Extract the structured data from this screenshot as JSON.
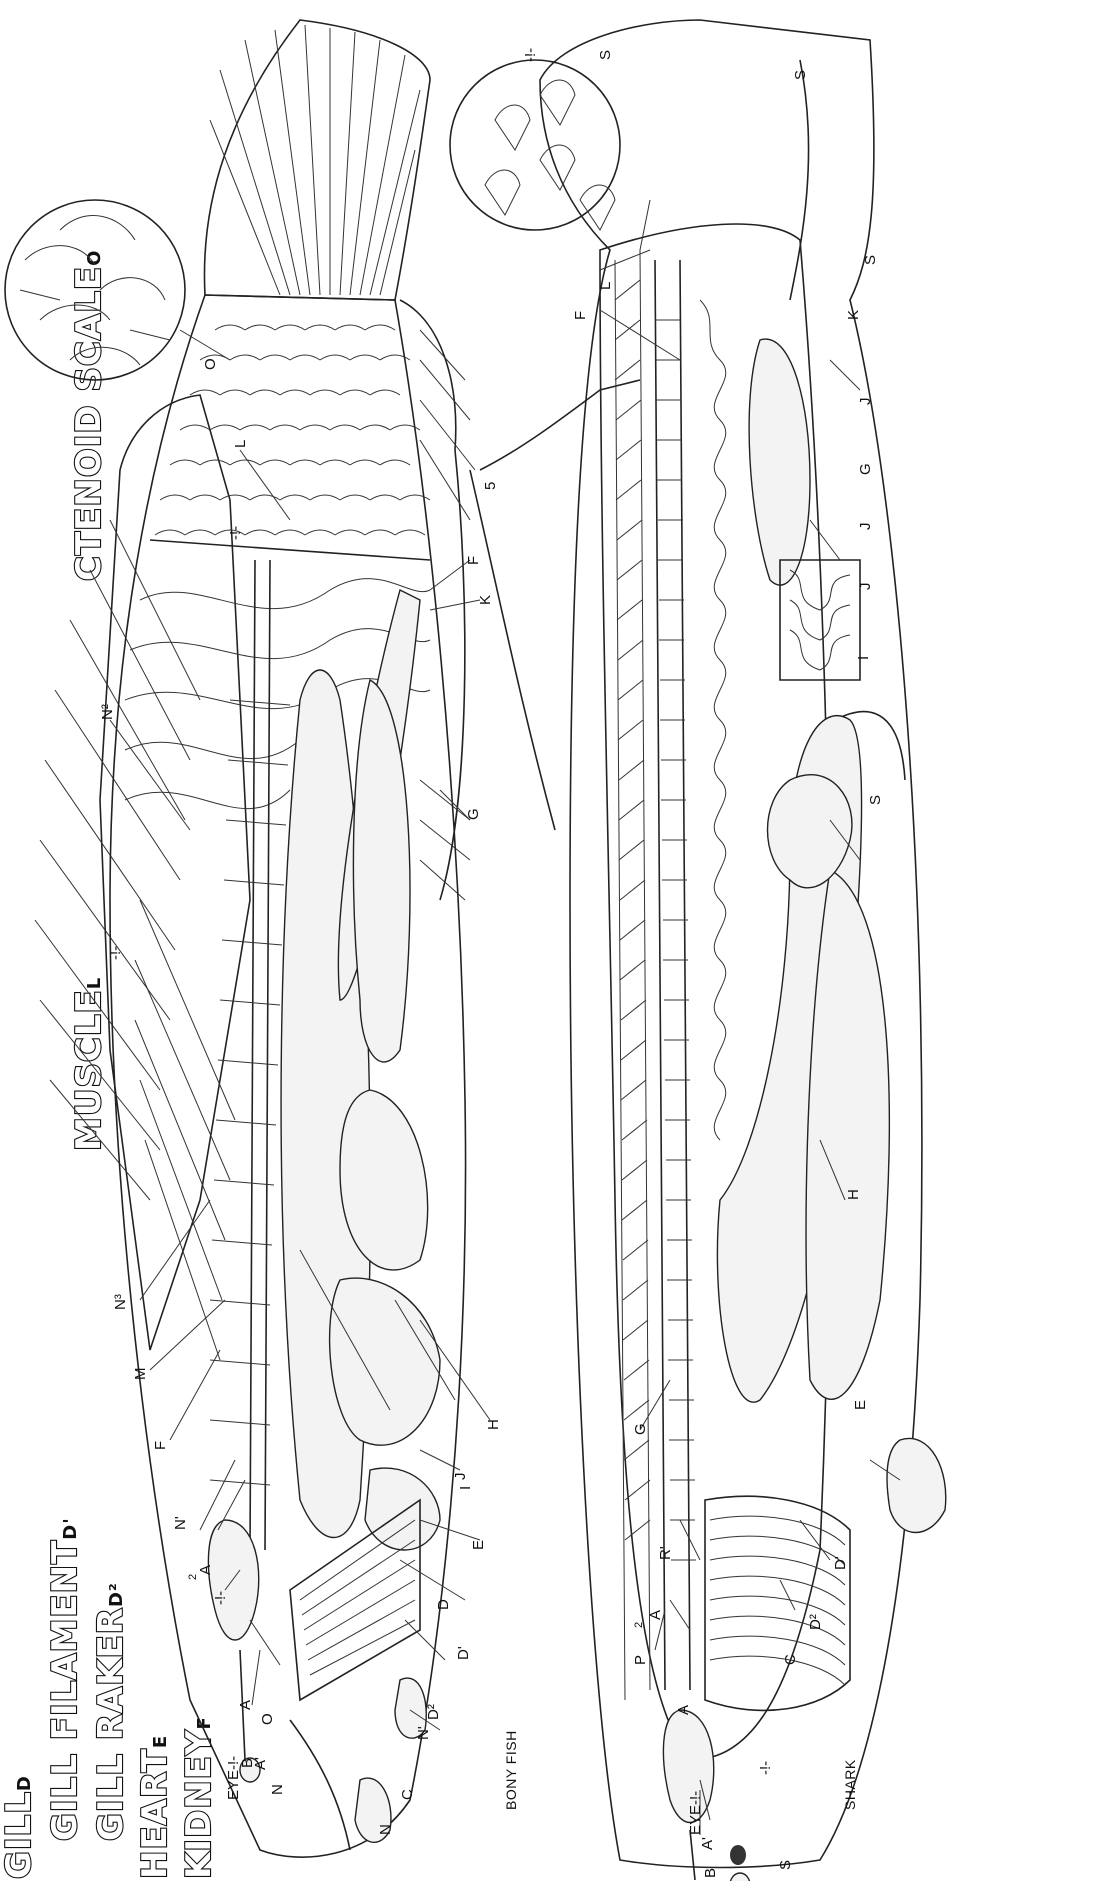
{
  "legend": {
    "items": [
      {
        "name": "GILL",
        "sub": "D",
        "indent": false
      },
      {
        "name": "GILL FILAMENT",
        "sub": "D'",
        "indent": true
      },
      {
        "name": "GILL RAKER",
        "sub": "D²",
        "indent": true
      },
      {
        "name": "HEART",
        "sub": "E",
        "indent": false
      },
      {
        "name": "KIDNEY",
        "sub": "F",
        "indent": false
      },
      {
        "name": "MUSCLE",
        "sub": "L",
        "indent": false
      },
      {
        "name": "CTENOID SCALE",
        "sub": "O",
        "indent": false
      }
    ]
  },
  "captions": {
    "bony_fish": "BONY FISH",
    "shark": "SHARK"
  },
  "bony_fish_labels": [
    "EYE-!-",
    "A'",
    "O",
    "B",
    "N",
    "A",
    "-!-",
    "A",
    "2",
    "N'",
    "F",
    "M",
    "N³",
    "N²",
    "L",
    "-!-",
    "O",
    "-!-",
    "F",
    "K",
    "G",
    "J",
    "H",
    "I",
    "E",
    "D'",
    "D²",
    "N'",
    "C",
    "N",
    "D",
    "5"
  ],
  "shark_labels": [
    "EYE-!-",
    "A'",
    "A",
    "P",
    "A",
    "2",
    "R'",
    "G",
    "F",
    "L",
    "S",
    "S",
    "S",
    "S",
    "-!-",
    "K",
    "J",
    "G",
    "J",
    "J",
    "I",
    "H",
    "E",
    "D'",
    "D²",
    "C",
    "-!-",
    "B",
    "S"
  ]
}
